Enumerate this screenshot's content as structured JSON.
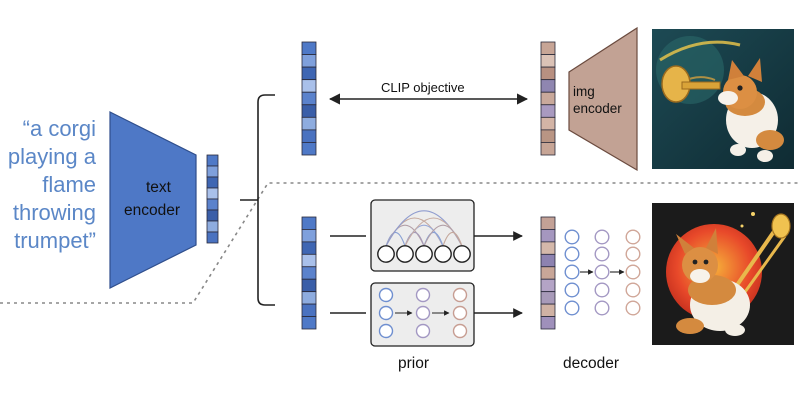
{
  "prompt": {
    "lines": [
      "“a corgi",
      "playing a",
      "flame",
      "throwing",
      "trumpet”"
    ]
  },
  "text_encoder": {
    "line1": "text",
    "line2": "encoder"
  },
  "img_encoder": {
    "line1": "img",
    "line2": "encoder"
  },
  "clip": {
    "label": "CLIP objective"
  },
  "prior": {
    "label": "prior"
  },
  "decoder": {
    "label": "decoder"
  },
  "images": {
    "top": "corgi-trumpet-illustration",
    "bottom": "corgi-trombone-flame-illustration"
  },
  "colors": {
    "encoder_blue": "#4e78c6",
    "encoder_brown": "#c9a595",
    "prompt_blue": "#5b87c7"
  }
}
